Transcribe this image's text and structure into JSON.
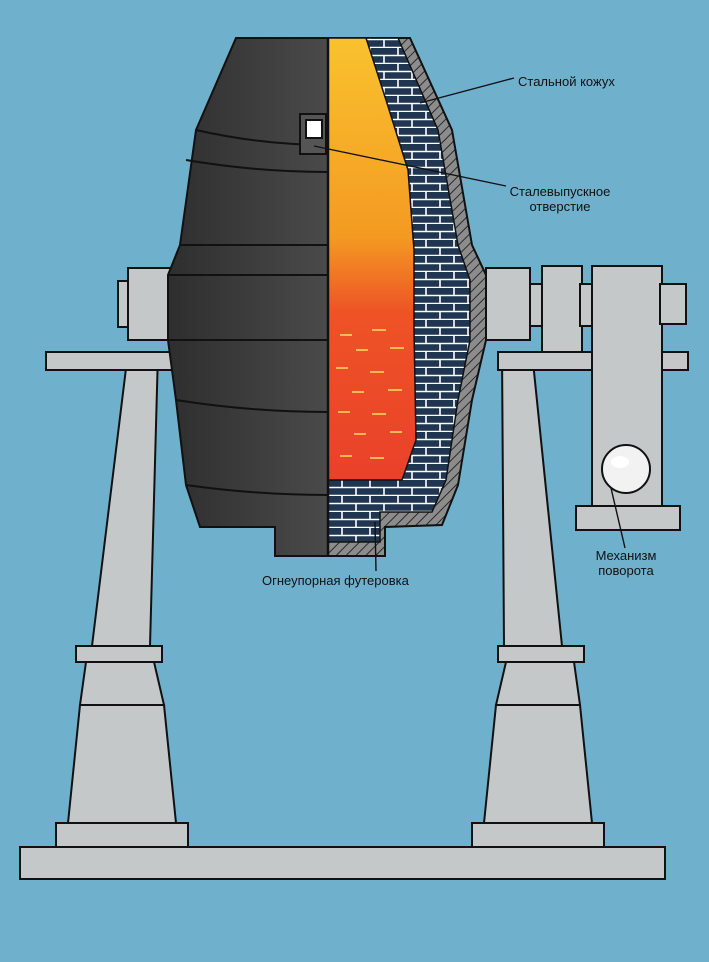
{
  "labels": {
    "shell": "Стальной кожух",
    "taphole": "Сталевыпускное\nотверстие",
    "tilt": "Механизм\nповорота",
    "lining": "Огнеупорная футеровка"
  },
  "colors": {
    "background": "#6fb0cc",
    "body_dark": "#3b3b3b",
    "body_mid": "#4d4d4d",
    "steel_frame": "#c4c8c9",
    "brick_lining": "#1f3550",
    "brick_joint": "#ffffff",
    "gas_yellow": "#f7b52a",
    "melt_red": "#ee4a26",
    "outline": "#111111"
  }
}
